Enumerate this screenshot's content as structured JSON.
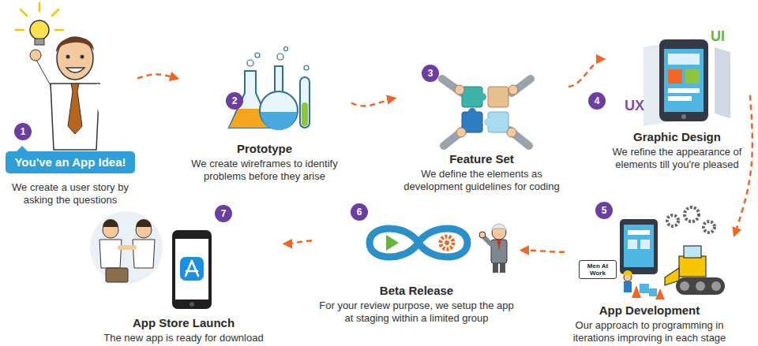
{
  "diagram": {
    "nodes": [
      {
        "text": [
          "You've an App Idea!",
          "We create a user story by asking the questions"
        ]
      },
      {
        "text": [
          "Prototype",
          "We create wireframes to identify problems before they arise"
        ]
      },
      {
        "text": [
          "Feature Set",
          "We define the elements as development guidelines for coding"
        ]
      },
      {
        "text": [
          "Graphic Design",
          "We refine the appearance of elements till you're pleased"
        ]
      },
      {
        "text": [
          "App Development",
          "Our approach to programming in iterations improving in each stage"
        ]
      },
      {
        "text": [
          "Beta Release",
          "For your review purpose, we setup the app at staging within a limited group"
        ]
      },
      {
        "text": [
          "App Store Launch",
          "The new app is ready for download"
        ]
      }
    ],
    "edges": [
      {
        "from": 0,
        "to": 1,
        "arrow": "to"
      },
      {
        "from": 1,
        "to": 2,
        "arrow": "to"
      },
      {
        "from": 2,
        "to": 3,
        "arrow": "to"
      },
      {
        "from": 3,
        "to": 4,
        "arrow": "to"
      },
      {
        "from": 4,
        "to": 5,
        "arrow": "to"
      },
      {
        "from": 5,
        "to": 6,
        "arrow": "to"
      }
    ],
    "labels": [
      "1",
      "2",
      "3",
      "4",
      "5",
      "6",
      "7",
      "UI",
      "UX",
      "Men At Work"
    ]
  }
}
